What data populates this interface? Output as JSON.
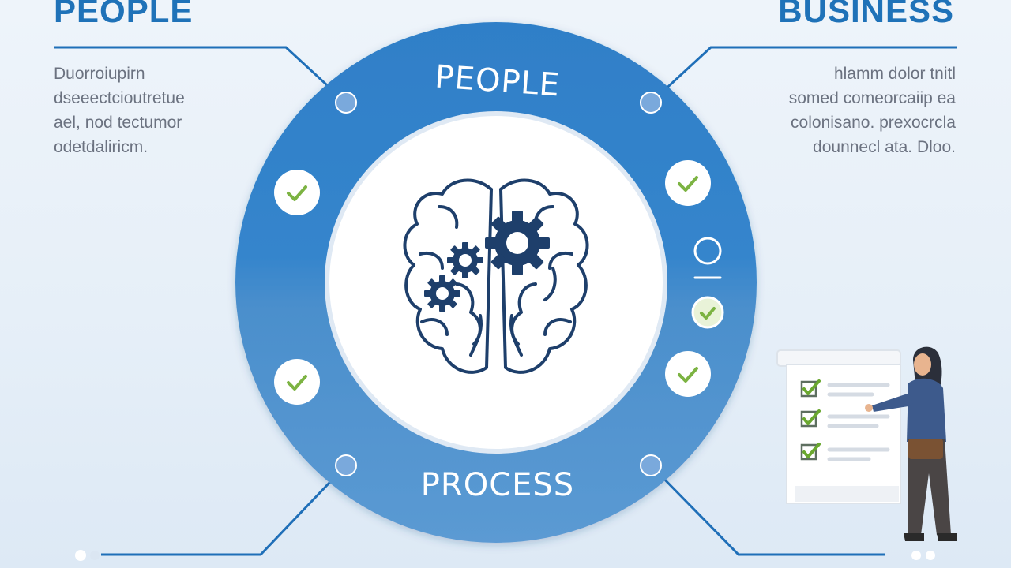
{
  "headings": {
    "left": "PEOPLE",
    "right": "BUSINESS"
  },
  "paragraphs": {
    "left": [
      "Duorroiupirn",
      "dseeectcioutretue",
      "ael, nod tectumor",
      "odetdaliricm."
    ],
    "right": [
      "hlamm dolor tnitl",
      "somed comeorcaiip ea",
      "colonisano. prexocrcla",
      "dounnecl ata. Dloo."
    ]
  },
  "ring": {
    "top_label": "PEOPLE",
    "bottom_label": "PROCESS"
  },
  "colors": {
    "ring": "#2f80c9",
    "ring_dark": "#1f6fb8",
    "heading": "#1f72b8",
    "icon_navy": "#1e3f6b",
    "check_green": "#7cb342",
    "accent_line": "#1f6fb8"
  },
  "icons": {
    "center": "brain-gears-icon",
    "checks": "check-circle-icon",
    "person": "person-presenting-icon",
    "checklist": "checklist-board-icon"
  }
}
